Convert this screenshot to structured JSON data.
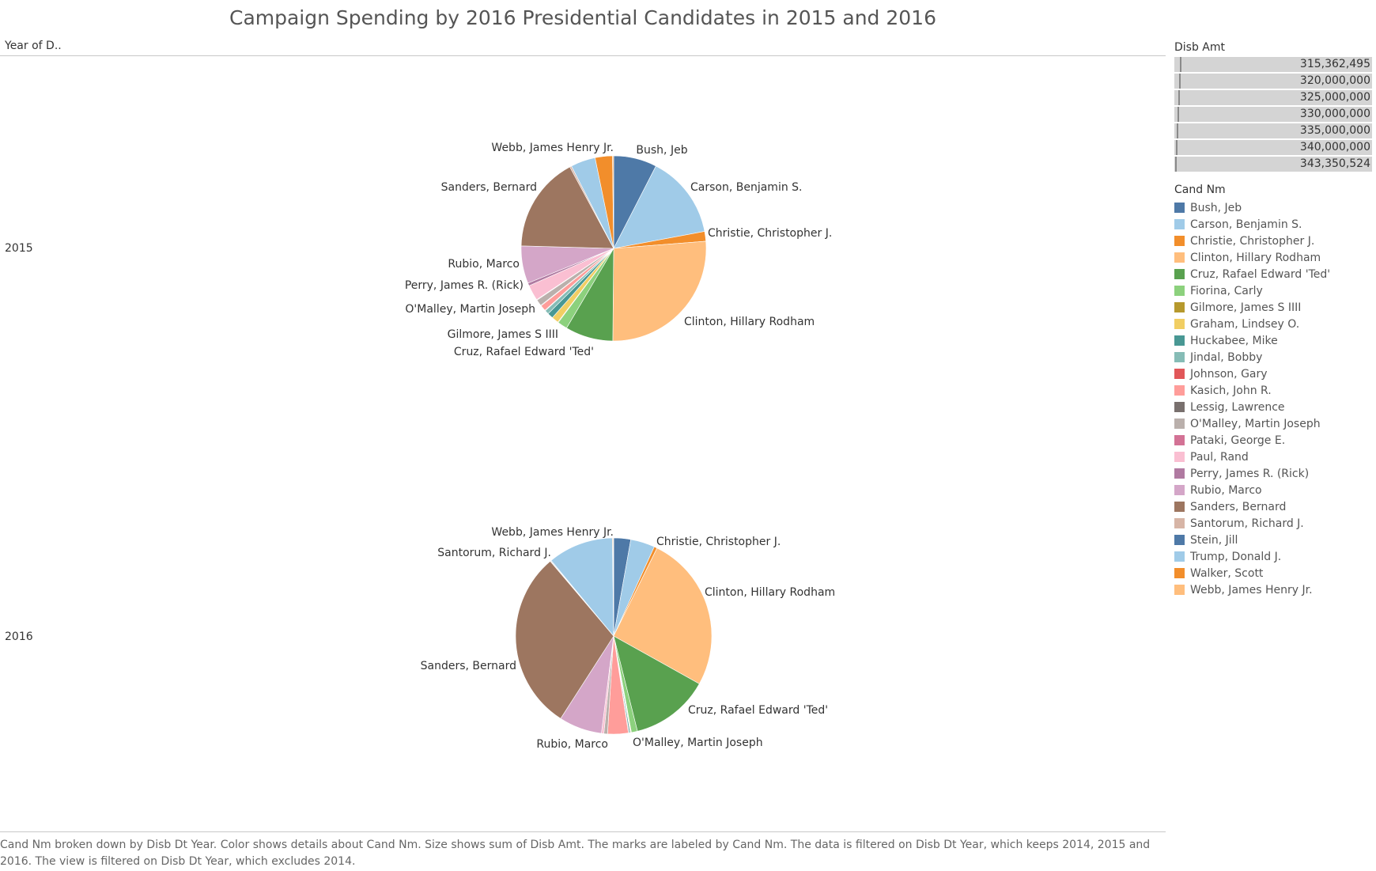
{
  "title": "Campaign Spending by 2016 Presidential Candidates in 2015 and 2016",
  "row_header": "Year of D..",
  "size_legend": {
    "title": "Disb Amt",
    "values": [
      "315,362,495",
      "320,000,000",
      "325,000,000",
      "330,000,000",
      "335,000,000",
      "340,000,000",
      "343,350,524"
    ]
  },
  "color_legend": {
    "title": "Cand Nm",
    "items": [
      {
        "name": "Bush, Jeb",
        "color": "#4e79a7"
      },
      {
        "name": "Carson, Benjamin S.",
        "color": "#a0cbe8"
      },
      {
        "name": "Christie, Christopher J.",
        "color": "#f28e2b"
      },
      {
        "name": "Clinton, Hillary Rodham",
        "color": "#ffbe7d"
      },
      {
        "name": "Cruz, Rafael Edward 'Ted'",
        "color": "#59a14f"
      },
      {
        "name": "Fiorina, Carly",
        "color": "#8cd17d"
      },
      {
        "name": "Gilmore, James S IIII",
        "color": "#b6992d"
      },
      {
        "name": "Graham, Lindsey O.",
        "color": "#f1ce63"
      },
      {
        "name": "Huckabee, Mike",
        "color": "#499894"
      },
      {
        "name": "Jindal, Bobby",
        "color": "#86bcb6"
      },
      {
        "name": "Johnson, Gary",
        "color": "#e15759"
      },
      {
        "name": "Kasich, John R.",
        "color": "#ff9d9a"
      },
      {
        "name": "Lessig, Lawrence",
        "color": "#79706e"
      },
      {
        "name": "O'Malley, Martin Joseph",
        "color": "#bab0ac"
      },
      {
        "name": "Pataki, George E.",
        "color": "#d37295"
      },
      {
        "name": "Paul, Rand",
        "color": "#fabfd2"
      },
      {
        "name": "Perry, James R. (Rick)",
        "color": "#b07aa1"
      },
      {
        "name": "Rubio, Marco",
        "color": "#d4a6c8"
      },
      {
        "name": "Sanders, Bernard",
        "color": "#9d7660"
      },
      {
        "name": "Santorum, Richard J.",
        "color": "#d7b5a6"
      },
      {
        "name": "Stein, Jill",
        "color": "#4e79a7"
      },
      {
        "name": "Trump, Donald J.",
        "color": "#a0cbe8"
      },
      {
        "name": "Walker, Scott",
        "color": "#f28e2b"
      },
      {
        "name": "Webb, James Henry Jr.",
        "color": "#ffbe7d"
      }
    ]
  },
  "caption": "Cand Nm broken down by Disb Dt Year.  Color shows details about Cand Nm.  Size shows sum of Disb Amt.  The marks are labeled by Cand Nm. The data is filtered on Disb Dt Year, which keeps 2014, 2015 and 2016. The view is filtered on Disb Dt Year, which excludes 2014.",
  "chart_data": [
    {
      "type": "pie",
      "row": "2015",
      "slices": [
        {
          "name": "Bush, Jeb",
          "value": 7.5,
          "label": "Bush, Jeb"
        },
        {
          "name": "Carson, Benjamin S.",
          "value": 14.4,
          "label": "Carson, Benjamin S."
        },
        {
          "name": "Christie, Christopher J.",
          "value": 1.7,
          "label": "Christie, Christopher J."
        },
        {
          "name": "Clinton, Hillary Rodham",
          "value": 26.2,
          "label": "Clinton, Hillary Rodham"
        },
        {
          "name": "Cruz, Rafael Edward 'Ted'",
          "value": 8.3,
          "label": "Cruz, Rafael Edward 'Ted'"
        },
        {
          "name": "Fiorina, Carly",
          "value": 1.7,
          "label": ""
        },
        {
          "name": "Gilmore, James S IIII",
          "value": 0.1,
          "label": "Gilmore, James S IIII"
        },
        {
          "name": "Graham, Lindsey O.",
          "value": 1.2,
          "label": ""
        },
        {
          "name": "Huckabee, Mike",
          "value": 1.0,
          "label": ""
        },
        {
          "name": "Jindal, Bobby",
          "value": 0.7,
          "label": ""
        },
        {
          "name": "Johnson, Gary",
          "value": 0.1,
          "label": ""
        },
        {
          "name": "Kasich, John R.",
          "value": 1.0,
          "label": ""
        },
        {
          "name": "Lessig, Lawrence",
          "value": 0.1,
          "label": ""
        },
        {
          "name": "O'Malley, Martin Joseph",
          "value": 1.1,
          "label": "O'Malley, Martin Joseph"
        },
        {
          "name": "Pataki, George E.",
          "value": 0.1,
          "label": ""
        },
        {
          "name": "Paul, Rand",
          "value": 2.7,
          "label": "Perry, James R. (Rick)"
        },
        {
          "name": "Perry, James R. (Rick)",
          "value": 0.5,
          "label": ""
        },
        {
          "name": "Rubio, Marco",
          "value": 6.5,
          "label": "Rubio, Marco"
        },
        {
          "name": "Sanders, Bernard",
          "value": 16.6,
          "label": "Sanders, Bernard"
        },
        {
          "name": "Santorum, Richard J.",
          "value": 0.3,
          "label": ""
        },
        {
          "name": "Trump, Donald J.",
          "value": 4.3,
          "label": ""
        },
        {
          "name": "Walker, Scott",
          "value": 3.0,
          "label": "Webb, James Henry Jr."
        },
        {
          "name": "Webb, James Henry Jr.",
          "value": 0.2,
          "label": ""
        }
      ]
    },
    {
      "type": "pie",
      "row": "2016",
      "slices": [
        {
          "name": "Bush, Jeb",
          "value": 2.8,
          "label": ""
        },
        {
          "name": "Carson, Benjamin S.",
          "value": 4.0,
          "label": ""
        },
        {
          "name": "Christie, Christopher J.",
          "value": 0.5,
          "label": "Christie, Christopher J."
        },
        {
          "name": "Clinton, Hillary Rodham",
          "value": 25.8,
          "label": "Clinton, Hillary Rodham"
        },
        {
          "name": "Cruz, Rafael Edward 'Ted'",
          "value": 13.0,
          "label": "Cruz, Rafael Edward 'Ted'"
        },
        {
          "name": "Fiorina, Carly",
          "value": 1.0,
          "label": ""
        },
        {
          "name": "Gilmore, James S IIII",
          "value": 0.1,
          "label": ""
        },
        {
          "name": "Graham, Lindsey O.",
          "value": 0.1,
          "label": ""
        },
        {
          "name": "Huckabee, Mike",
          "value": 0.2,
          "label": ""
        },
        {
          "name": "Johnson, Gary",
          "value": 0.1,
          "label": ""
        },
        {
          "name": "Kasich, John R.",
          "value": 3.4,
          "label": ""
        },
        {
          "name": "O'Malley, Martin Joseph",
          "value": 0.6,
          "label": "O'Malley, Martin Joseph"
        },
        {
          "name": "Paul, Rand",
          "value": 0.4,
          "label": ""
        },
        {
          "name": "Rubio, Marco",
          "value": 7.1,
          "label": "Rubio, Marco"
        },
        {
          "name": "Sanders, Bernard",
          "value": 29.7,
          "label": "Sanders, Bernard"
        },
        {
          "name": "Santorum, Richard J.",
          "value": 0.1,
          "label": "Santorum, Richard J."
        },
        {
          "name": "Stein, Jill",
          "value": 0.1,
          "label": ""
        },
        {
          "name": "Trump, Donald J.",
          "value": 10.8,
          "label": ""
        },
        {
          "name": "Walker, Scott",
          "value": 0.1,
          "label": ""
        },
        {
          "name": "Webb, James Henry Jr.",
          "value": 0.1,
          "label": "Webb, James Henry Jr."
        }
      ]
    }
  ]
}
